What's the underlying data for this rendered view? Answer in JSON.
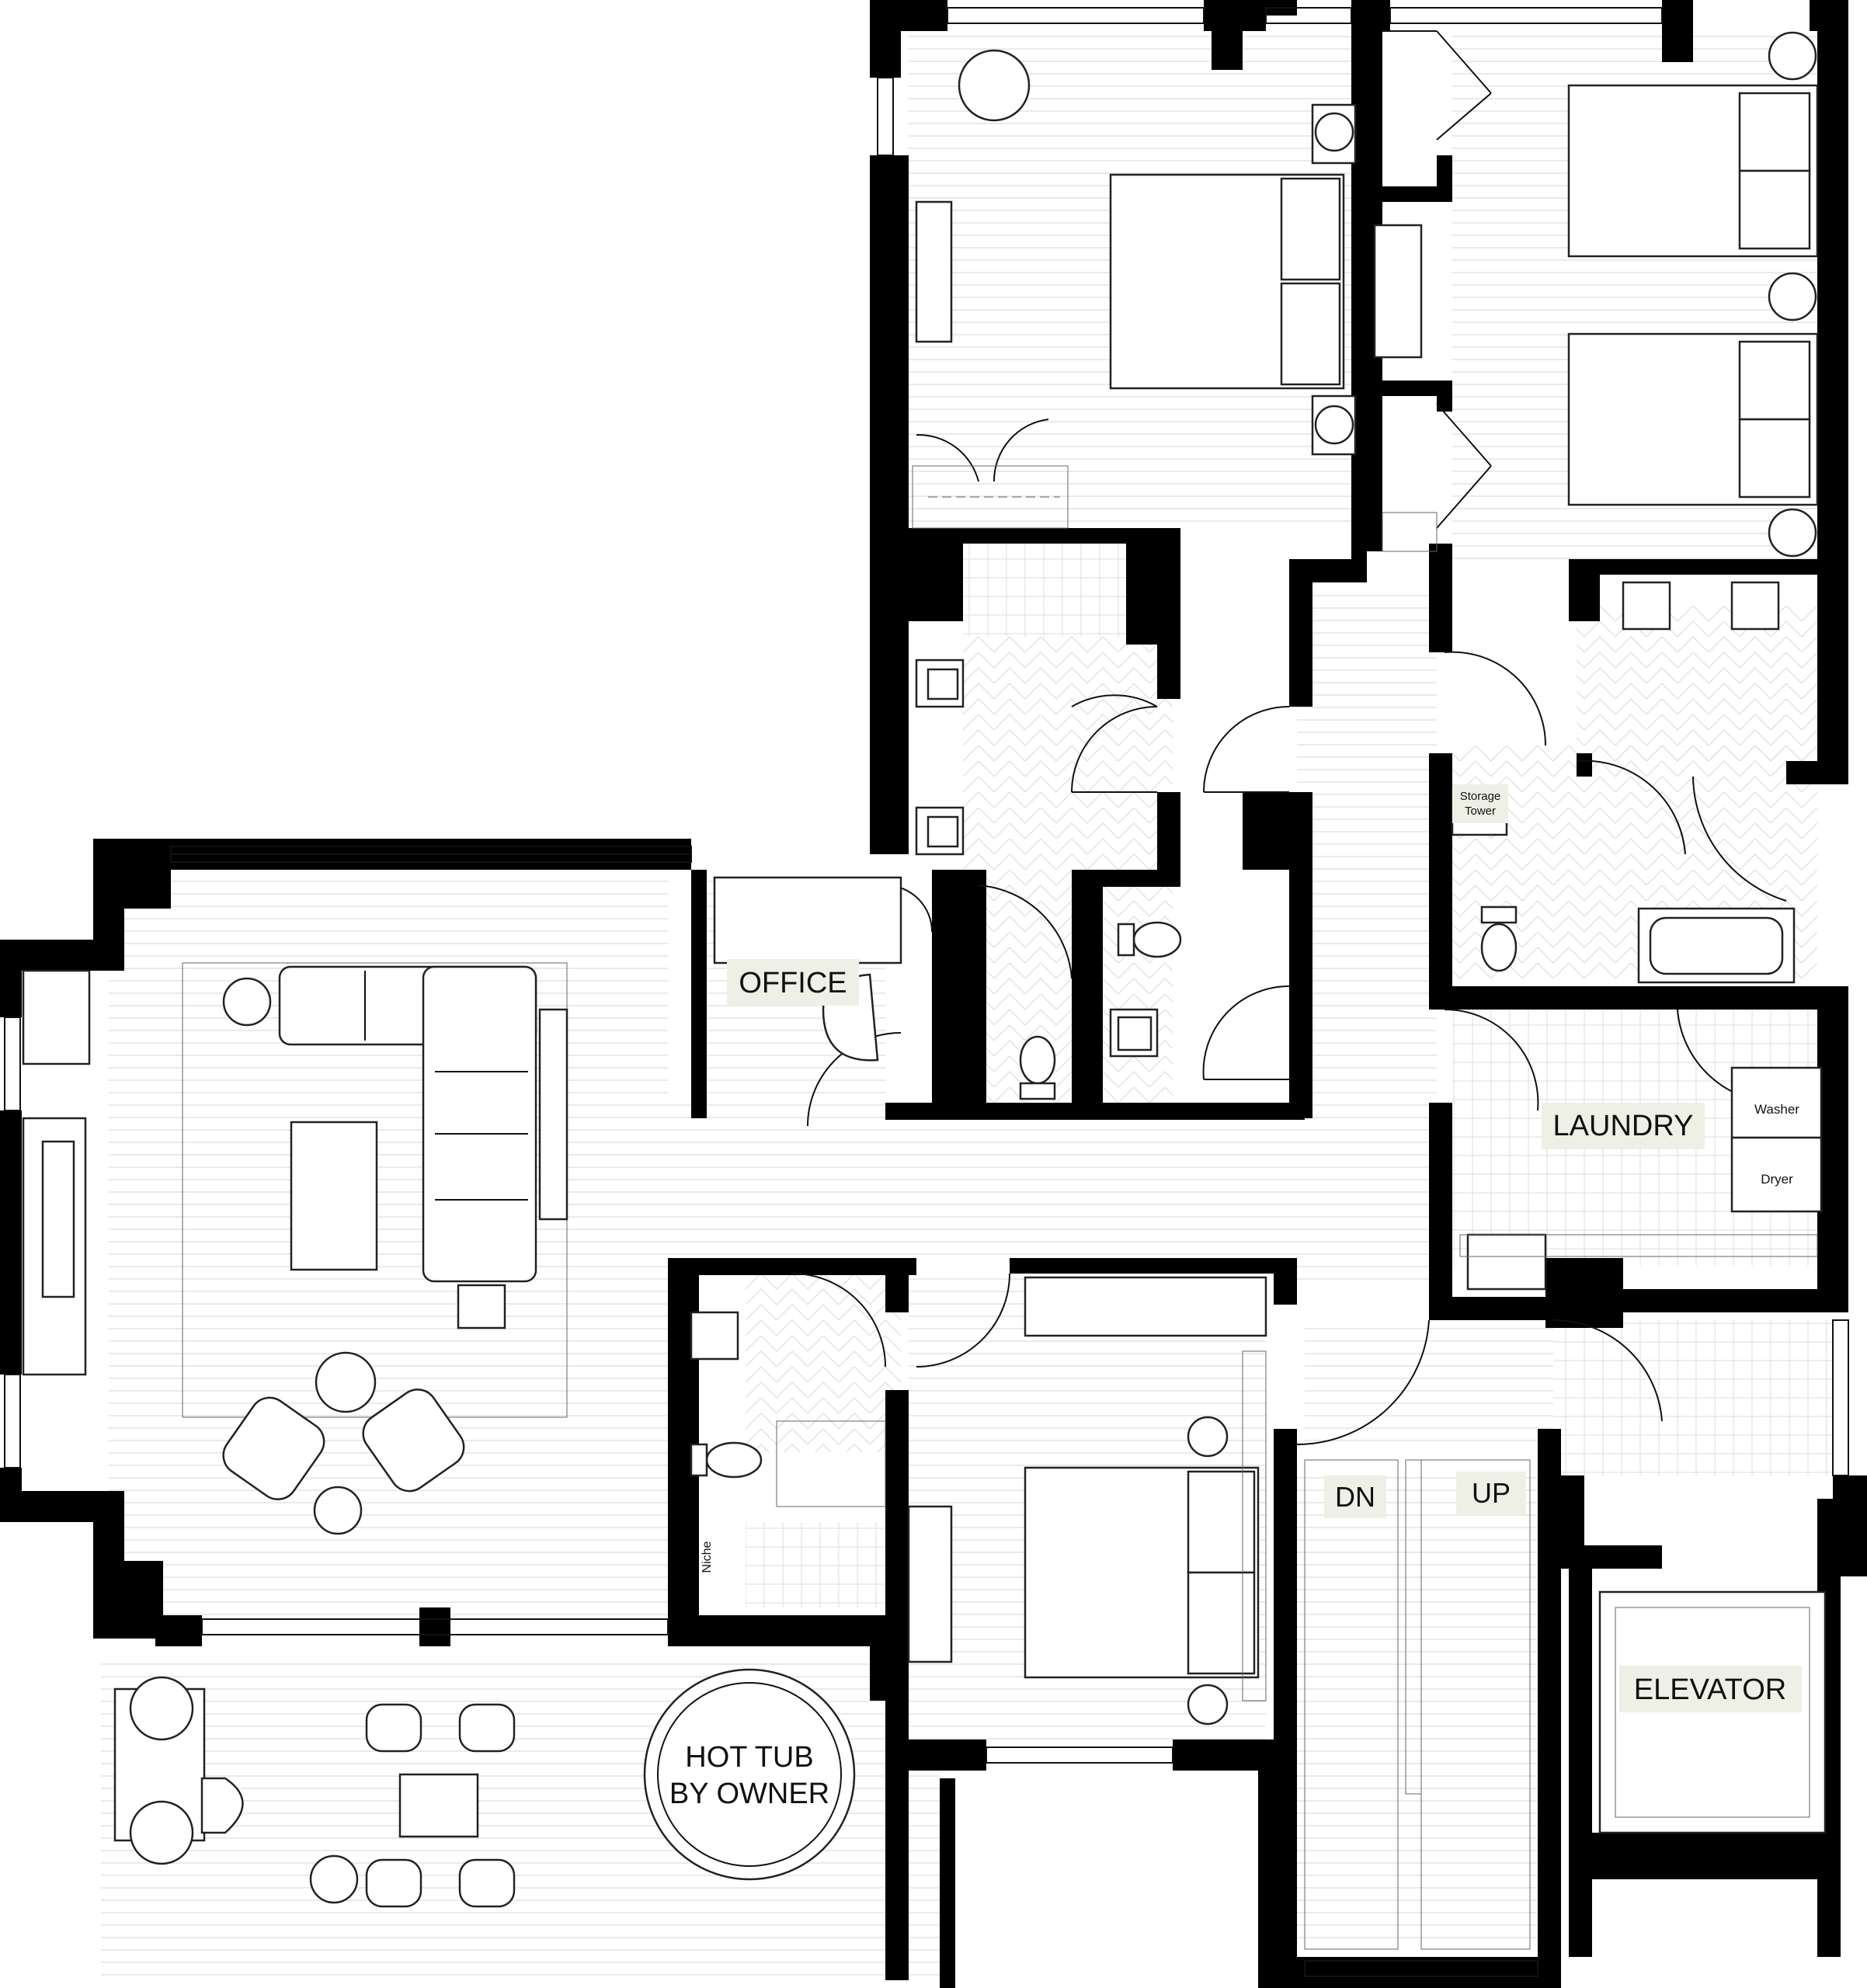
{
  "labels": {
    "office": "OFFICE",
    "laundry": "LAUNDRY",
    "elevator": "ELEVATOR",
    "stairs_down": "DN",
    "stairs_up": "UP",
    "storage_line1": "Storage",
    "storage_line2": "Tower",
    "washer": "Washer",
    "dryer": "Dryer",
    "niche": "Niche",
    "hot_tub_line1": "HOT TUB",
    "hot_tub_line2": "BY OWNER"
  }
}
